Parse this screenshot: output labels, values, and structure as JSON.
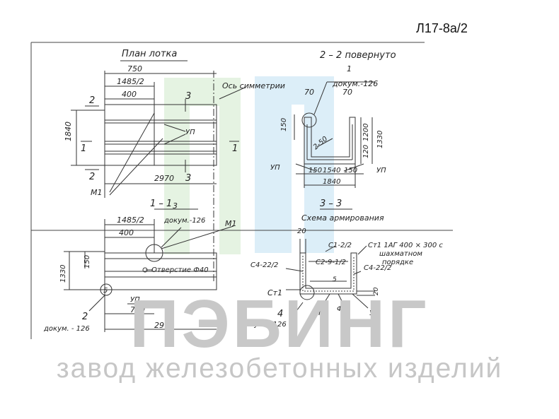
{
  "header": {
    "code": "Л17-8а/2"
  },
  "watermark": {
    "brand": "ПЭБИНГ",
    "tagline": "завод железобетонных изделий"
  },
  "plan_view": {
    "title": "План лотка",
    "axis_label": "Ось симметрии",
    "dims": {
      "d750": "750",
      "d1485": "1485/2",
      "d400": "400",
      "d1840": "1840",
      "d2970": "2970"
    },
    "labels": {
      "m1": "М1",
      "up": "УП",
      "s3": "3",
      "s2": "2",
      "s1": "1"
    }
  },
  "section_2_2": {
    "title": "2 – 2 повернуто",
    "ref_num": "1",
    "doc": "докум.-126",
    "dims": {
      "d70a": "70",
      "d70b": "70",
      "d150": "150",
      "d250": "2-50",
      "d1200": "1200",
      "d120": "120",
      "d1330": "1330",
      "d150b": "150",
      "d1540": "1540",
      "d150c": "150",
      "d1840": "1840"
    },
    "labels": {
      "up_left": "УП",
      "up_right": "УП"
    }
  },
  "section_1_1": {
    "title": "1 – 1",
    "ref_num": "3",
    "doc": "докум.-126",
    "m1": "М1",
    "hole": "Отверстие Ф40",
    "dims": {
      "d1485": "1485/2",
      "d400": "400",
      "d150": "150",
      "d1330": "1330",
      "d750": "750",
      "d2970": "2970"
    },
    "labels": {
      "up": "УП",
      "ref2": "2",
      "doc2": "докум. - 126",
      "s5": "5"
    }
  },
  "section_3_3": {
    "title": "3 – 3",
    "subtitle": "Схема армирования",
    "dims": {
      "d20": "20",
      "d20b": "20"
    },
    "labels": {
      "c122": "С1-2/2",
      "ct1top": "Ст1 1АГ 400 × 300 с",
      "shakh": "шахматном",
      "poryadke": "порядке",
      "c4left": "С4-22/2",
      "c4right": "С4-22/2",
      "c29": "С2-9-1/2",
      "ct1": "Ст1",
      "ref4": "4",
      "doc": "докум. - 126",
      "up1": "УП",
      "f1": "Ф1",
      "up2": "УП",
      "five": "5"
    }
  }
}
